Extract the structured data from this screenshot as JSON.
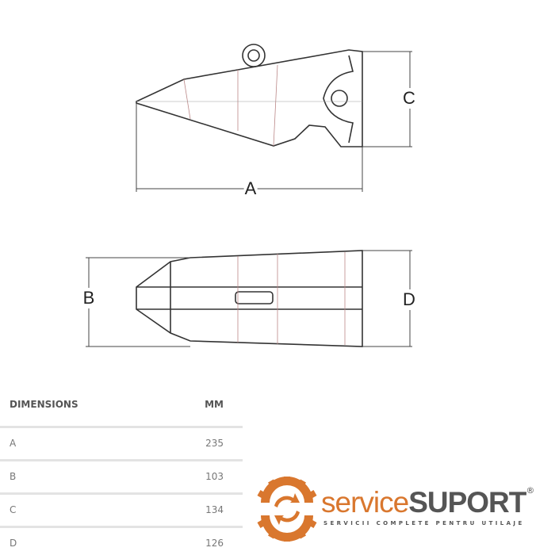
{
  "drawing": {
    "labels": {
      "a": "A",
      "b": "B",
      "c": "C",
      "d": "D"
    }
  },
  "table": {
    "header": {
      "dimension": "DIMENSIONS",
      "unit": "MM"
    },
    "rows": [
      {
        "dimension": "A",
        "value": "235"
      },
      {
        "dimension": "B",
        "value": "103"
      },
      {
        "dimension": "C",
        "value": "134"
      },
      {
        "dimension": "D",
        "value": "126"
      }
    ]
  },
  "logo": {
    "brand_light": "service",
    "brand_bold": "SUPORT",
    "registered": "®",
    "tagline": "SERVICII COMPLETE PENTRU UTILAJE",
    "colors": {
      "orange": "#d9772e",
      "gray": "#555555"
    }
  }
}
